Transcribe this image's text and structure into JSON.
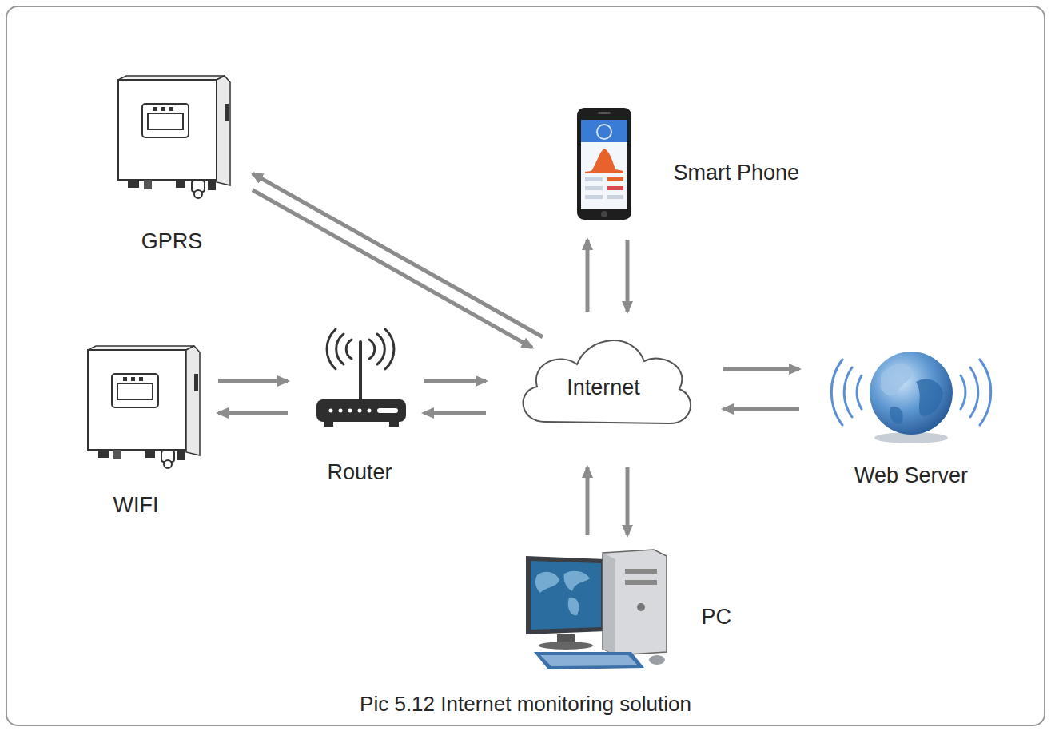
{
  "diagram": {
    "caption": "Pic 5.12 Internet monitoring solution",
    "nodes": [
      {
        "text": [
          "GPRS"
        ]
      },
      {
        "text": [
          "Smart Phone"
        ]
      },
      {
        "text": [
          "WIFI"
        ]
      },
      {
        "text": [
          "Router"
        ]
      },
      {
        "text": [
          "Internet"
        ]
      },
      {
        "text": [
          "Web Server"
        ]
      },
      {
        "text": [
          "PC"
        ]
      }
    ],
    "edges": [
      {
        "from": 4,
        "to": 0,
        "arrow": "to"
      },
      {
        "from": 0,
        "to": 4,
        "arrow": "to"
      },
      {
        "from": 4,
        "to": 1,
        "arrow": "to"
      },
      {
        "from": 1,
        "to": 4,
        "arrow": "to"
      },
      {
        "from": 2,
        "to": 3,
        "arrow": "to"
      },
      {
        "from": 3,
        "to": 2,
        "arrow": "to"
      },
      {
        "from": 3,
        "to": 4,
        "arrow": "to"
      },
      {
        "from": 4,
        "to": 3,
        "arrow": "to"
      },
      {
        "from": 4,
        "to": 5,
        "arrow": "to"
      },
      {
        "from": 5,
        "to": 4,
        "arrow": "to"
      },
      {
        "from": 6,
        "to": 4,
        "arrow": "to"
      },
      {
        "from": 4,
        "to": 6,
        "arrow": "to"
      }
    ]
  }
}
